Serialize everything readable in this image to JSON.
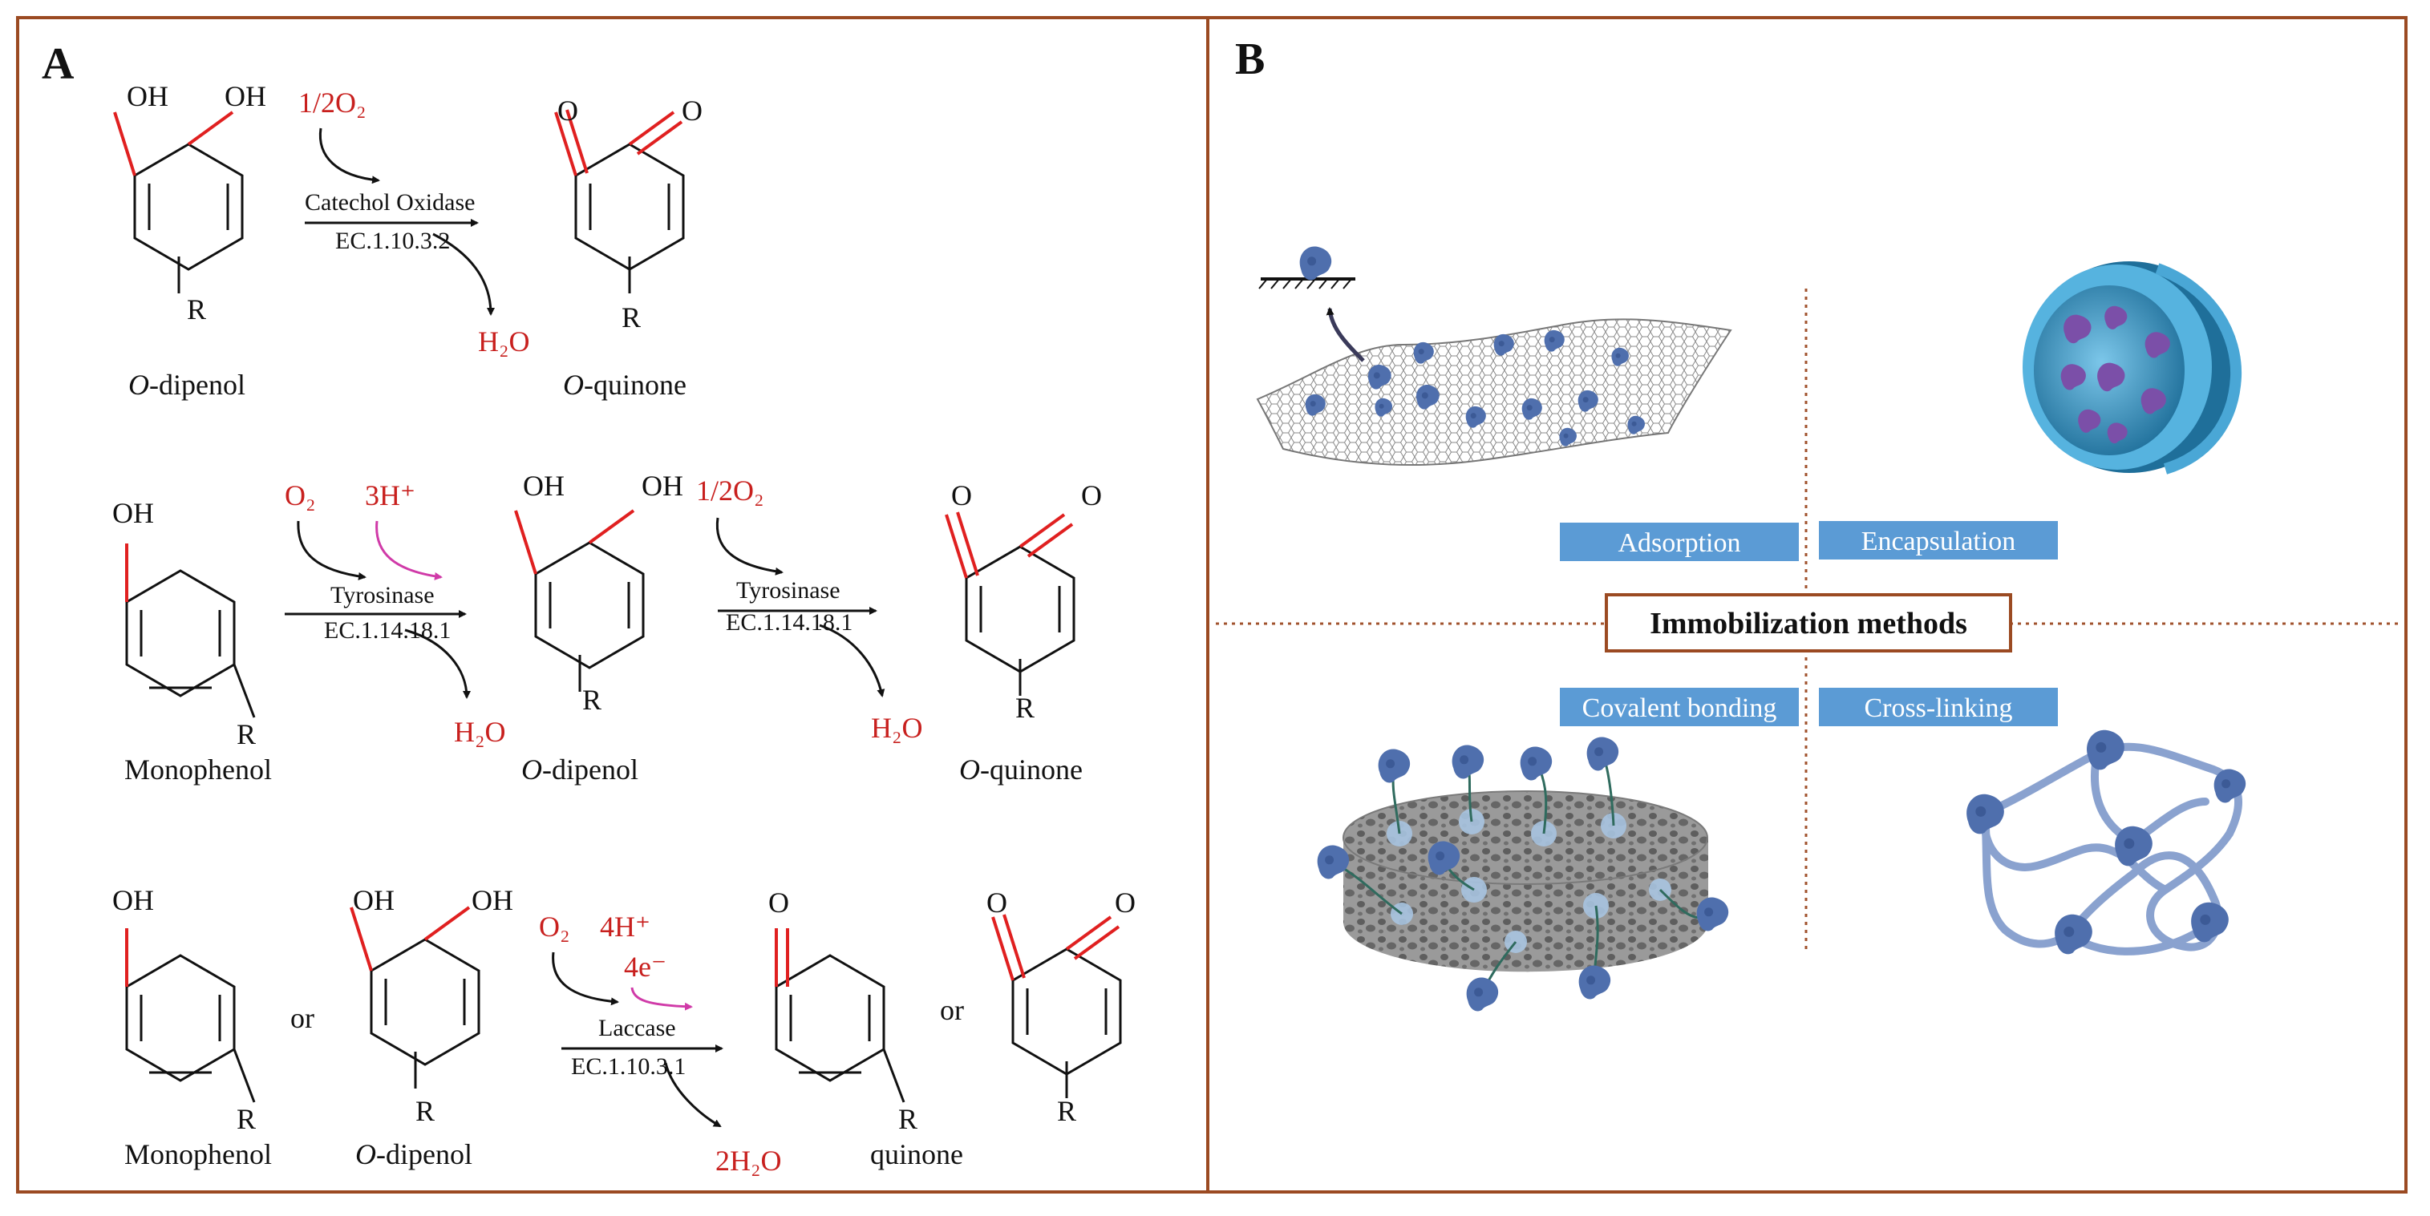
{
  "panel_a": {
    "label": "A",
    "row1": {
      "left_oh1": "OH",
      "left_oh2": "OH",
      "left_r": "R",
      "oxygen": "1/2O₂",
      "enzyme": "Catechol Oxidase",
      "ec": "EC.1.10.3.2",
      "water": "H₂O",
      "right_o1": "O",
      "right_o2": "O",
      "right_r": "R",
      "left_name_italic": "O",
      "left_name_rest": "-dipenol",
      "right_name_italic": "O",
      "right_name_rest": "-quinone"
    },
    "row2": {
      "mono_oh": "OH",
      "mono_r": "R",
      "oxygen1": "O₂",
      "protons": "3H⁺",
      "enzyme1": "Tyrosinase",
      "ec1": "EC.1.14.18.1",
      "water1": "H₂O",
      "mid_oh1": "OH",
      "mid_oh2": "OH",
      "mid_r": "R",
      "oxygen2": "1/2O₂",
      "enzyme2": "Tyrosinase",
      "ec2": "EC.1.14.18.1",
      "water2": "H₂O",
      "right_o1": "O",
      "right_o2": "O",
      "right_r": "R",
      "name_mono": "Monophenol",
      "name_mid_italic": "O",
      "name_mid_rest": "-dipenol",
      "name_right_italic": "O",
      "name_right_rest": "-quinone"
    },
    "row3": {
      "mono_oh": "OH",
      "mono_r": "R",
      "or1": "or",
      "di_oh1": "OH",
      "di_oh2": "OH",
      "di_r": "R",
      "oxygen": "O₂",
      "protons": "4H⁺",
      "electrons": "4e⁻",
      "enzyme": "Laccase",
      "ec": "EC.1.10.3.1",
      "water": "2H₂O",
      "q1_o": "O",
      "q1_r": "R",
      "or2": "or",
      "q2_o1": "O",
      "q2_o2": "O",
      "q2_r": "R",
      "name_mono": "Monophenol",
      "name_di_italic": "O",
      "name_di_rest": "-dipenol",
      "name_quinone": "quinone"
    }
  },
  "panel_b": {
    "label": "B",
    "center_title": "Immobilization methods",
    "methods": [
      "Adsorption",
      "Encapsulation",
      "Covalent bonding",
      "Cross-linking"
    ]
  },
  "colors": {
    "frame": "#9b4a22",
    "divider": "#a0522d",
    "oxygen_red": "#c8201e",
    "proton_arrow": "#d03aa8",
    "method_box": "#5b9bd5",
    "enzyme_blue": "#4f6fad",
    "capsule_blue": "#2e8bc0",
    "support_gray": "#8c8c8c"
  },
  "icons": [
    "graphene-sheet-icon",
    "microcapsule-icon",
    "porous-carrier-icon",
    "crosslinked-network-icon",
    "enzyme-icon"
  ]
}
